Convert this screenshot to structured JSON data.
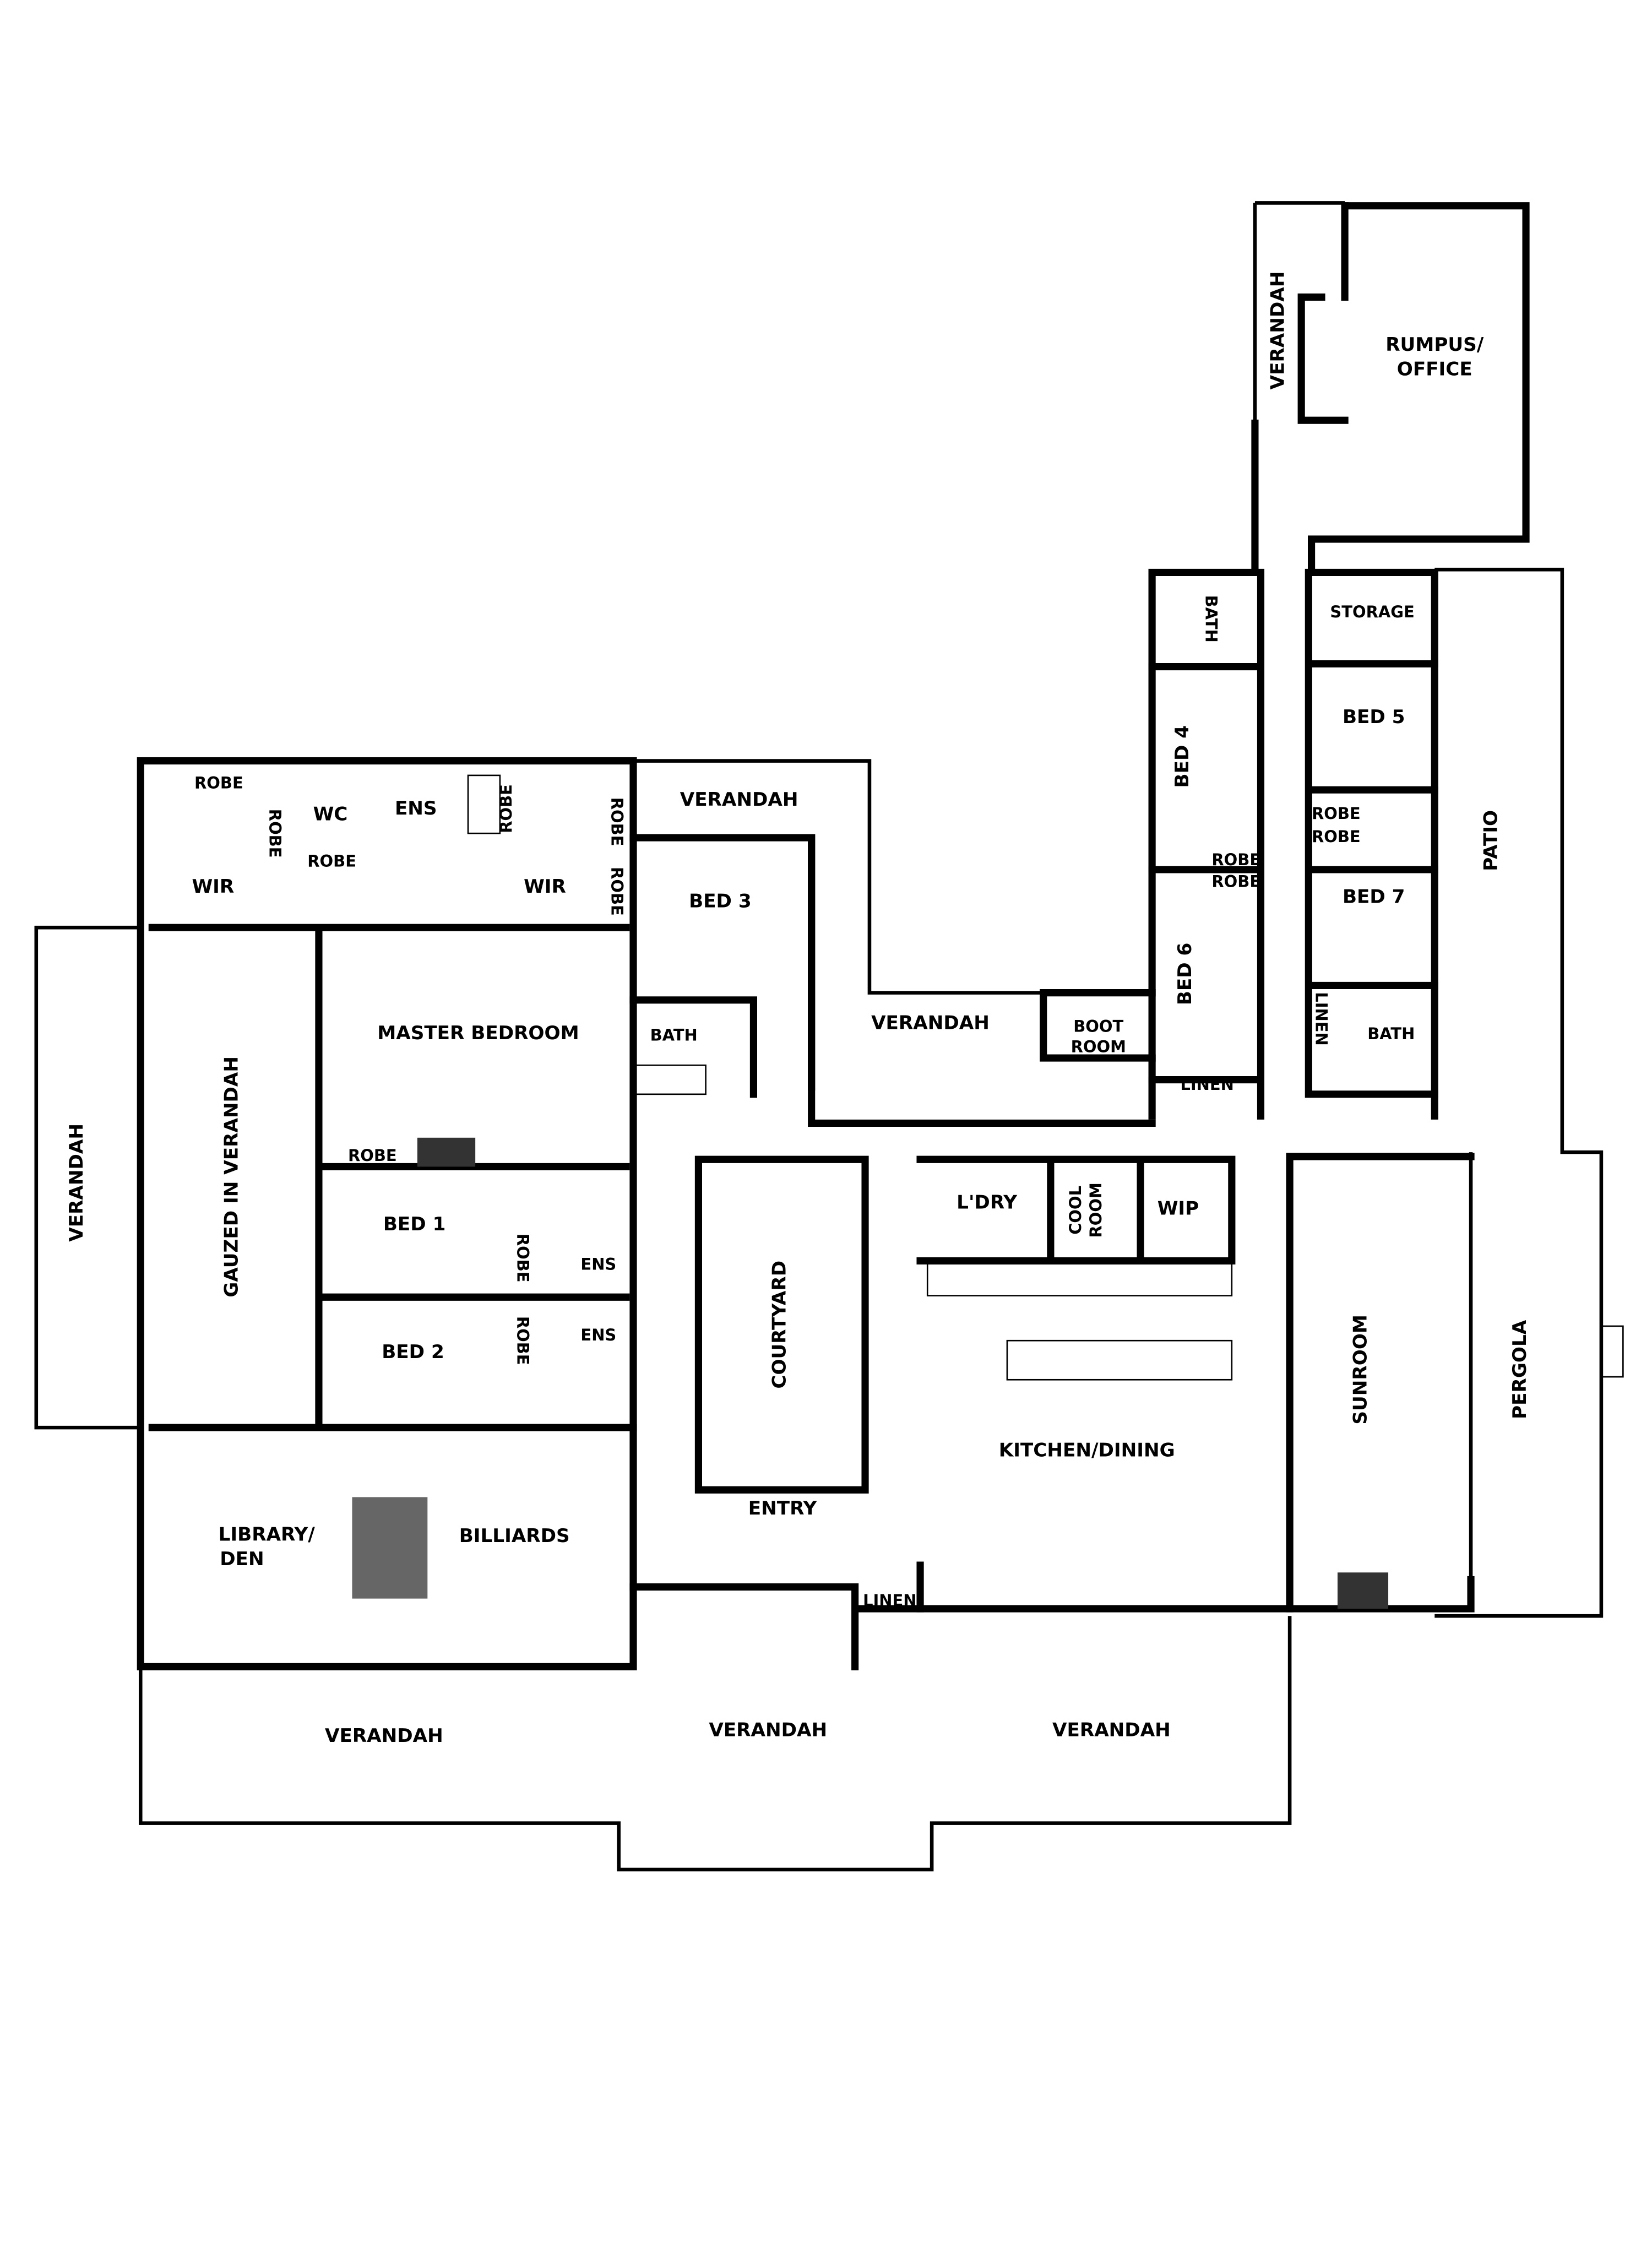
{
  "floorplan": {
    "rooms": {
      "rumpus": "RUMPUS/",
      "office": "OFFICE",
      "verandah_top": "VERANDAH",
      "bath_east": "BATH",
      "storage": "STORAGE",
      "bed4": "BED 4",
      "bed5": "BED 5",
      "robe_b5a": "ROBE",
      "robe_b5b": "ROBE",
      "robe_b4": "ROBE",
      "robe_b6": "ROBE",
      "bed6": "BED 6",
      "bed7": "BED 7",
      "linen_east": "LINEN",
      "bath_bed7": "BATH",
      "linen_bed6": "LINEN",
      "patio": "PATIO",
      "boot_room_1": "BOOT",
      "boot_room_2": "ROOM",
      "verandah_mid": "VERANDAH",
      "verandah_north": "VERANDAH",
      "bed3": "BED 3",
      "bath_bed3": "BATH",
      "robe_wir1": "ROBE",
      "robe_wir1b": "ROBE",
      "wc": "WC",
      "robe_wc": "ROBE",
      "ens_master": "ENS",
      "robe_ens": "ROBE",
      "robe_wir2a": "ROBE",
      "robe_wir2b": "ROBE",
      "wir_left": "WIR",
      "wir_right": "WIR",
      "master_bedroom": "MASTER BEDROOM",
      "robe_master": "ROBE",
      "verandah_west": "VERANDAH",
      "gauzed_verandah": "GAUZED IN VERANDAH",
      "bed1": "BED 1",
      "robe_bed1": "ROBE",
      "ens_bed1": "ENS",
      "bed2": "BED 2",
      "robe_bed2": "ROBE",
      "ens_bed2": "ENS",
      "library_1": "LIBRARY/",
      "library_2": "DEN",
      "billiards": "BILLIARDS",
      "courtyard": "COURTYARD",
      "entry": "ENTRY",
      "laundry": "L'DRY",
      "cool_room_1": "COOL",
      "cool_room_2": "ROOM",
      "wip": "WIP",
      "kitchen_dining": "KITCHEN/DINING",
      "linen_entry": "LINEN",
      "sunroom": "SUNROOM",
      "pergola": "PERGOLA",
      "verandah_s1": "VERANDAH",
      "verandah_s2": "VERANDAH",
      "verandah_s3": "VERANDAH"
    }
  }
}
